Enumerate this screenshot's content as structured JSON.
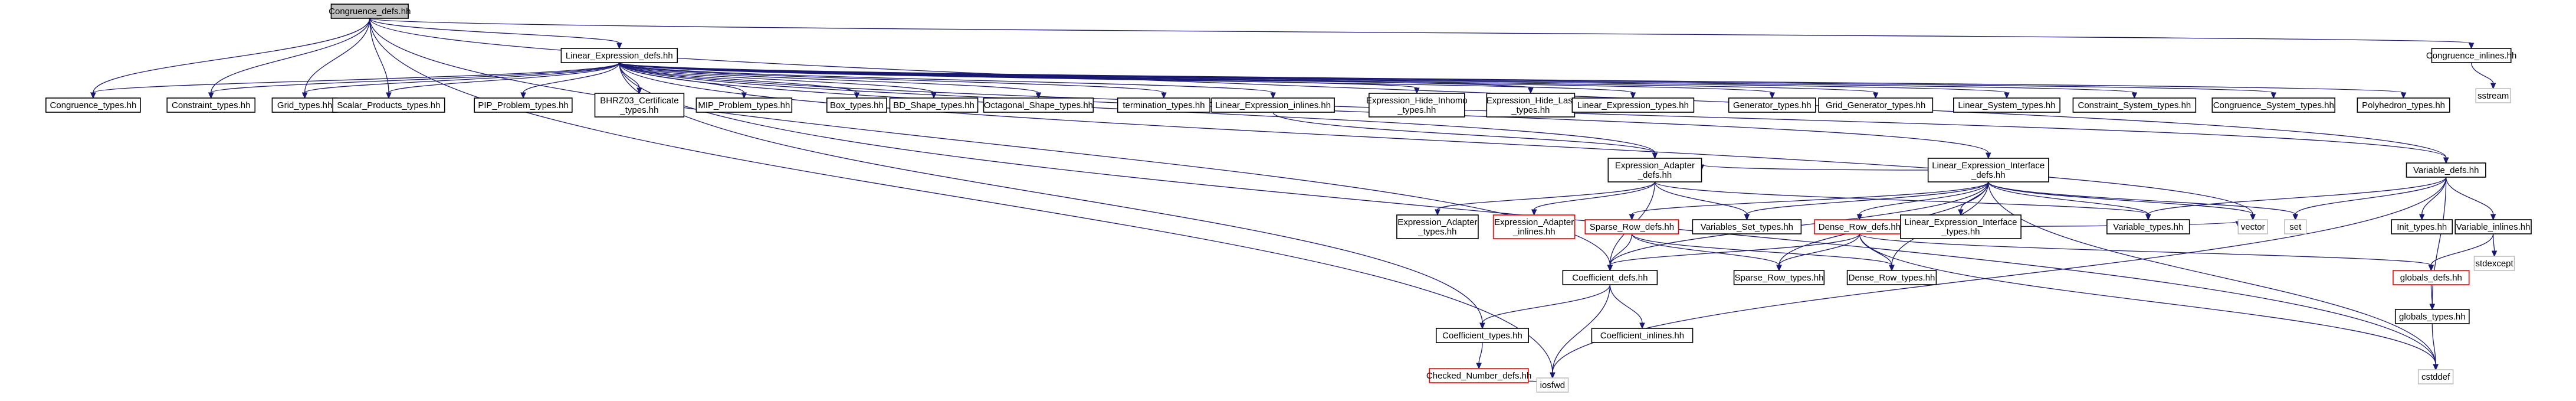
{
  "colors": {
    "edge": "#191970",
    "node_border_default": "#000000",
    "node_border_missing": "#ff0000",
    "node_border_external": "#bfbfbf",
    "node_fill": "#ffffff",
    "root_fill": "#bfbfbf",
    "external_text": "#7f7f7f"
  },
  "nodes": [
    {
      "id": "root",
      "lines": [
        "Congruence_defs.hh"
      ],
      "kind": "root"
    },
    {
      "id": "lin_expr_defs",
      "lines": [
        "Linear_Expression_defs.hh"
      ],
      "kind": "normal"
    },
    {
      "id": "congr_inlines",
      "lines": [
        "Congruence_inlines.hh"
      ],
      "kind": "normal"
    },
    {
      "id": "sstream",
      "lines": [
        "sstream"
      ],
      "kind": "external"
    },
    {
      "id": "congr_types",
      "lines": [
        "Congruence_types.hh"
      ],
      "kind": "normal"
    },
    {
      "id": "constr_types",
      "lines": [
        "Constraint_types.hh"
      ],
      "kind": "normal"
    },
    {
      "id": "grid_types",
      "lines": [
        "Grid_types.hh"
      ],
      "kind": "normal"
    },
    {
      "id": "scalar_types",
      "lines": [
        "Scalar_Products_types.hh"
      ],
      "kind": "normal"
    },
    {
      "id": "pip_types",
      "lines": [
        "PIP_Problem_types.hh"
      ],
      "kind": "normal"
    },
    {
      "id": "bhrz_types",
      "lines": [
        "BHRZ03_Certificate",
        "_types.hh"
      ],
      "kind": "normal"
    },
    {
      "id": "mip_types",
      "lines": [
        "MIP_Problem_types.hh"
      ],
      "kind": "normal"
    },
    {
      "id": "box_types",
      "lines": [
        "Box_types.hh"
      ],
      "kind": "normal"
    },
    {
      "id": "bd_types",
      "lines": [
        "BD_Shape_types.hh"
      ],
      "kind": "normal"
    },
    {
      "id": "oct_types",
      "lines": [
        "Octagonal_Shape_types.hh"
      ],
      "kind": "normal"
    },
    {
      "id": "term_types",
      "lines": [
        "termination_types.hh"
      ],
      "kind": "normal"
    },
    {
      "id": "lin_expr_inlines",
      "lines": [
        "Linear_Expression_inlines.hh"
      ],
      "kind": "normal"
    },
    {
      "id": "ehi_types",
      "lines": [
        "Expression_Hide_Inhomo",
        "_types.hh"
      ],
      "kind": "normal"
    },
    {
      "id": "ehl_types",
      "lines": [
        "Expression_Hide_Last",
        "_types.hh"
      ],
      "kind": "normal"
    },
    {
      "id": "lin_expr_types",
      "lines": [
        "Linear_Expression_types.hh"
      ],
      "kind": "normal"
    },
    {
      "id": "gen_types",
      "lines": [
        "Generator_types.hh"
      ],
      "kind": "normal"
    },
    {
      "id": "grid_gen_types",
      "lines": [
        "Grid_Generator_types.hh"
      ],
      "kind": "normal"
    },
    {
      "id": "lin_sys_types",
      "lines": [
        "Linear_System_types.hh"
      ],
      "kind": "normal"
    },
    {
      "id": "constr_sys_types",
      "lines": [
        "Constraint_System_types.hh"
      ],
      "kind": "normal"
    },
    {
      "id": "congr_sys_types",
      "lines": [
        "Congruence_System_types.hh"
      ],
      "kind": "normal"
    },
    {
      "id": "poly_types",
      "lines": [
        "Polyhedron_types.hh"
      ],
      "kind": "normal"
    },
    {
      "id": "ea_defs",
      "lines": [
        "Expression_Adapter",
        "_defs.hh"
      ],
      "kind": "normal"
    },
    {
      "id": "lei_defs",
      "lines": [
        "Linear_Expression_Interface",
        "_defs.hh"
      ],
      "kind": "normal"
    },
    {
      "id": "var_defs",
      "lines": [
        "Variable_defs.hh"
      ],
      "kind": "normal"
    },
    {
      "id": "ea_types",
      "lines": [
        "Expression_Adapter",
        "_types.hh"
      ],
      "kind": "normal"
    },
    {
      "id": "ea_inlines",
      "lines": [
        "Expression_Adapter",
        "_inlines.hh"
      ],
      "kind": "missing"
    },
    {
      "id": "sparse_defs",
      "lines": [
        "Sparse_Row_defs.hh"
      ],
      "kind": "missing"
    },
    {
      "id": "vars_set_types",
      "lines": [
        "Variables_Set_types.hh"
      ],
      "kind": "normal"
    },
    {
      "id": "dense_defs",
      "lines": [
        "Dense_Row_defs.hh"
      ],
      "kind": "missing"
    },
    {
      "id": "lei_types",
      "lines": [
        "Linear_Expression_Interface",
        "_types.hh"
      ],
      "kind": "normal"
    },
    {
      "id": "var_types",
      "lines": [
        "Variable_types.hh"
      ],
      "kind": "normal"
    },
    {
      "id": "vector",
      "lines": [
        "vector"
      ],
      "kind": "external"
    },
    {
      "id": "set",
      "lines": [
        "set"
      ],
      "kind": "external"
    },
    {
      "id": "init_types",
      "lines": [
        "Init_types.hh"
      ],
      "kind": "normal"
    },
    {
      "id": "var_inlines",
      "lines": [
        "Variable_inlines.hh"
      ],
      "kind": "normal"
    },
    {
      "id": "stdexcept",
      "lines": [
        "stdexcept"
      ],
      "kind": "external"
    },
    {
      "id": "coef_defs",
      "lines": [
        "Coefficient_defs.hh"
      ],
      "kind": "normal"
    },
    {
      "id": "sparse_types",
      "lines": [
        "Sparse_Row_types.hh"
      ],
      "kind": "normal"
    },
    {
      "id": "dense_types",
      "lines": [
        "Dense_Row_types.hh"
      ],
      "kind": "normal"
    },
    {
      "id": "globals_defs",
      "lines": [
        "globals_defs.hh"
      ],
      "kind": "missing"
    },
    {
      "id": "globals_types",
      "lines": [
        "globals_types.hh"
      ],
      "kind": "normal"
    },
    {
      "id": "coef_types",
      "lines": [
        "Coefficient_types.hh"
      ],
      "kind": "normal"
    },
    {
      "id": "coef_inlines",
      "lines": [
        "Coefficient_inlines.hh"
      ],
      "kind": "normal"
    },
    {
      "id": "checked_defs",
      "lines": [
        "Checked_Number_defs.hh"
      ],
      "kind": "missing"
    },
    {
      "id": "iosfwd",
      "lines": [
        "iosfwd"
      ],
      "kind": "external"
    },
    {
      "id": "cstddef",
      "lines": [
        "cstddef"
      ],
      "kind": "external"
    }
  ],
  "edges": [
    [
      "root",
      "lin_expr_defs"
    ],
    [
      "root",
      "congr_inlines"
    ],
    [
      "root",
      "congr_types"
    ],
    [
      "root",
      "constr_types"
    ],
    [
      "root",
      "grid_types"
    ],
    [
      "root",
      "scalar_types"
    ],
    [
      "root",
      "coef_defs"
    ],
    [
      "root",
      "iosfwd"
    ],
    [
      "root",
      "var_defs"
    ],
    [
      "congr_inlines",
      "sstream"
    ],
    [
      "lin_expr_defs",
      "congr_types"
    ],
    [
      "lin_expr_defs",
      "constr_types"
    ],
    [
      "lin_expr_defs",
      "grid_types"
    ],
    [
      "lin_expr_defs",
      "scalar_types"
    ],
    [
      "lin_expr_defs",
      "pip_types"
    ],
    [
      "lin_expr_defs",
      "bhrz_types"
    ],
    [
      "lin_expr_defs",
      "mip_types"
    ],
    [
      "lin_expr_defs",
      "box_types"
    ],
    [
      "lin_expr_defs",
      "bd_types"
    ],
    [
      "lin_expr_defs",
      "oct_types"
    ],
    [
      "lin_expr_defs",
      "term_types"
    ],
    [
      "lin_expr_defs",
      "lin_expr_inlines"
    ],
    [
      "lin_expr_defs",
      "ehi_types"
    ],
    [
      "lin_expr_defs",
      "ehl_types"
    ],
    [
      "lin_expr_defs",
      "lin_expr_types"
    ],
    [
      "lin_expr_defs",
      "gen_types"
    ],
    [
      "lin_expr_defs",
      "grid_gen_types"
    ],
    [
      "lin_expr_defs",
      "lin_sys_types"
    ],
    [
      "lin_expr_defs",
      "constr_sys_types"
    ],
    [
      "lin_expr_defs",
      "congr_sys_types"
    ],
    [
      "lin_expr_defs",
      "poly_types"
    ],
    [
      "lin_expr_defs",
      "ea_defs"
    ],
    [
      "lin_expr_defs",
      "lei_defs"
    ],
    [
      "lin_expr_defs",
      "var_defs"
    ],
    [
      "lin_expr_defs",
      "coef_types"
    ],
    [
      "lin_expr_defs",
      "vector"
    ],
    [
      "lin_expr_defs",
      "cstddef"
    ],
    [
      "lin_expr_inlines",
      "ea_defs"
    ],
    [
      "ea_defs",
      "ea_types"
    ],
    [
      "ea_defs",
      "ea_inlines"
    ],
    [
      "ea_defs",
      "vars_set_types"
    ],
    [
      "ea_defs",
      "var_types"
    ],
    [
      "ea_defs",
      "coef_defs"
    ],
    [
      "lei_defs",
      "ea_defs"
    ],
    [
      "lei_defs",
      "sparse_defs"
    ],
    [
      "lei_defs",
      "vars_set_types"
    ],
    [
      "lei_defs",
      "dense_defs"
    ],
    [
      "lei_defs",
      "lei_types"
    ],
    [
      "lei_defs",
      "var_types"
    ],
    [
      "lei_defs",
      "vector"
    ],
    [
      "lei_defs",
      "set"
    ],
    [
      "lei_defs",
      "coef_defs"
    ],
    [
      "lei_defs",
      "sparse_types"
    ],
    [
      "lei_defs",
      "dense_types"
    ],
    [
      "lei_defs",
      "cstddef"
    ],
    [
      "var_defs",
      "var_types"
    ],
    [
      "var_defs",
      "init_types"
    ],
    [
      "var_defs",
      "var_inlines"
    ],
    [
      "var_defs",
      "set"
    ],
    [
      "var_defs",
      "iosfwd"
    ],
    [
      "var_defs",
      "globals_types"
    ],
    [
      "var_inlines",
      "stdexcept"
    ],
    [
      "var_inlines",
      "globals_defs"
    ],
    [
      "sparse_defs",
      "coef_defs"
    ],
    [
      "sparse_defs",
      "sparse_types"
    ],
    [
      "sparse_defs",
      "dense_types"
    ],
    [
      "dense_defs",
      "coef_defs"
    ],
    [
      "dense_defs",
      "sparse_types"
    ],
    [
      "dense_defs",
      "dense_types"
    ],
    [
      "dense_defs",
      "vector"
    ],
    [
      "dense_defs",
      "globals_defs"
    ],
    [
      "dense_defs",
      "cstddef"
    ],
    [
      "coef_defs",
      "coef_types"
    ],
    [
      "coef_defs",
      "coef_inlines"
    ],
    [
      "coef_defs",
      "iosfwd"
    ],
    [
      "coef_types",
      "checked_defs"
    ],
    [
      "checked_defs",
      "iosfwd"
    ],
    [
      "globals_defs",
      "globals_types"
    ],
    [
      "globals_types",
      "cstddef"
    ]
  ]
}
